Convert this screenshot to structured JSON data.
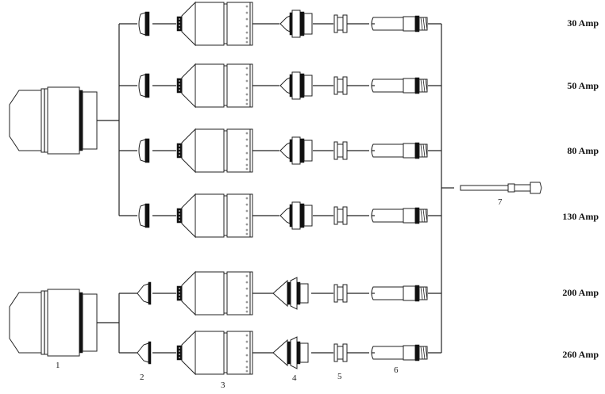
{
  "rows": [
    {
      "label": "30 Amp",
      "group": "upper"
    },
    {
      "label": "50 Amp",
      "group": "upper"
    },
    {
      "label": "80 Amp",
      "group": "upper"
    },
    {
      "label": "130 Amp",
      "group": "upper"
    },
    {
      "label": "200 Amp",
      "group": "lower"
    },
    {
      "label": "260 Amp",
      "group": "lower"
    }
  ],
  "part_numbers": [
    "1",
    "2",
    "3",
    "4",
    "5",
    "6",
    "7"
  ]
}
